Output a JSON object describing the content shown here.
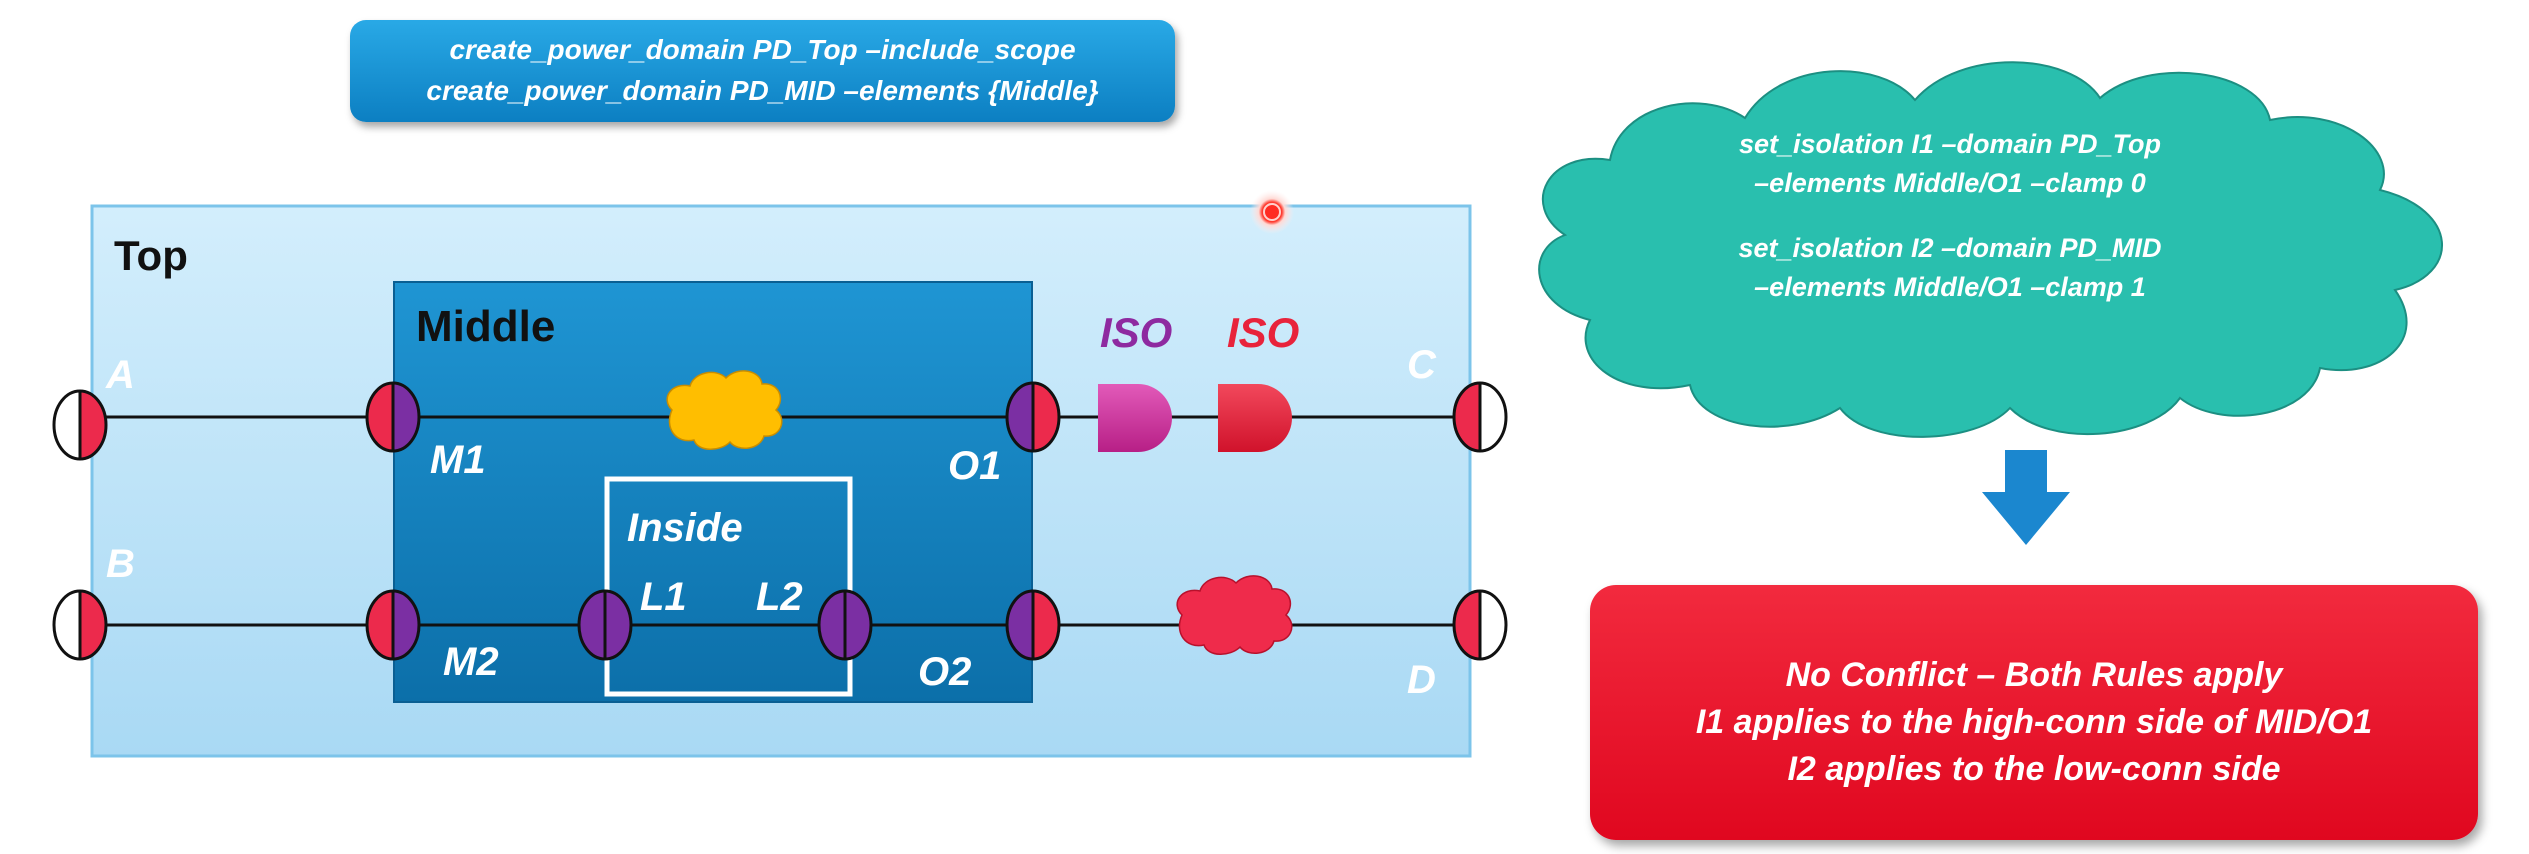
{
  "commands": [
    "create_power_domain PD_Top –include_scope",
    "create_power_domain PD_MID –elements {Middle}"
  ],
  "isolation_rules": [
    "set_isolation I1 –domain PD_Top",
    "–elements Middle/O1 –clamp 0",
    "set_isolation I2 –domain PD_MID",
    "–elements Middle/O1 –clamp 1"
  ],
  "blocks": {
    "top": "Top",
    "middle": "Middle",
    "inside": "Inside"
  },
  "ports": {
    "A": "A",
    "B": "B",
    "C": "C",
    "D": "D",
    "M1": "M1",
    "M2": "M2",
    "O1": "O1",
    "O2": "O2",
    "L1": "L1",
    "L2": "L2"
  },
  "iso_cells": [
    "ISO",
    "ISO"
  ],
  "result": [
    "No Conflict – Both Rules apply",
    "I1 applies to the high-conn side of MID/O1",
    "I2 applies to the low-conn side"
  ],
  "colors": {
    "top_fill": "#c5e6f8",
    "middle_fill": "#1a8ac9",
    "cloud": "#29bfae",
    "logic_cloud_yellow": "#ffbe00",
    "logic_cloud_red": "#ef2b4b",
    "iso1": "#cc2f9c",
    "iso2": "#e8233b",
    "iso1_text": "#8e2aa0",
    "iso2_text": "#e8233b",
    "port_red": "#ec2a4c",
    "port_purple": "#7b2fa3",
    "arrow": "#1b87cf"
  }
}
